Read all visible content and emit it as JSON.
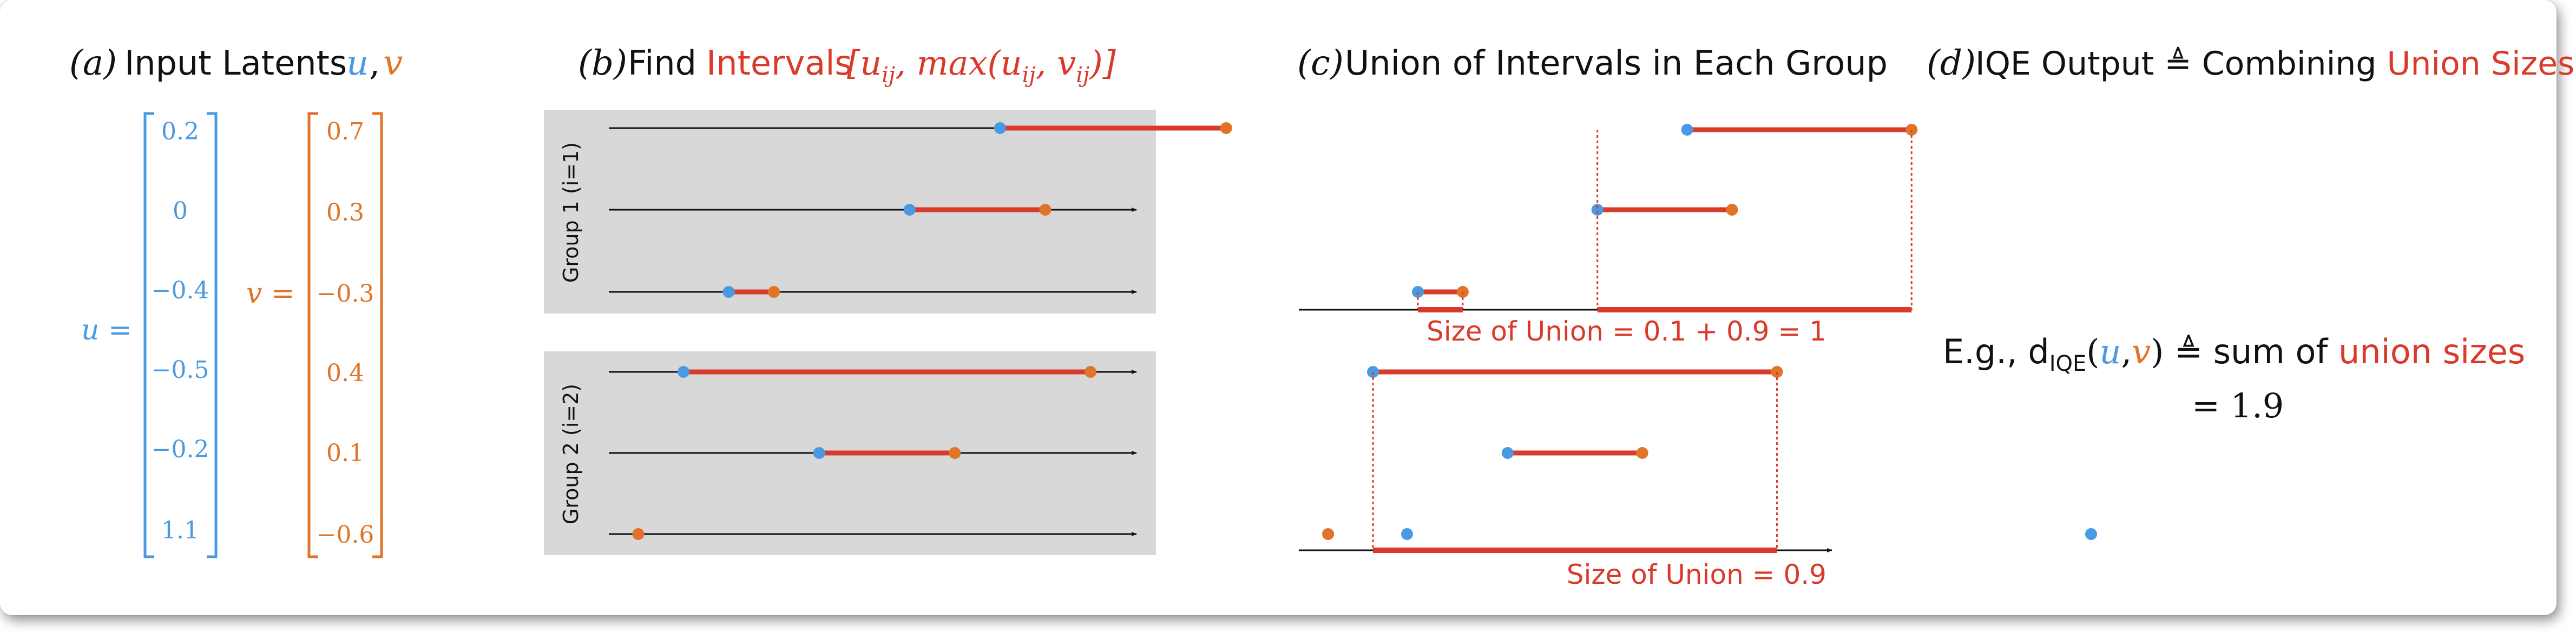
{
  "colors": {
    "blue": "#4a9ae3",
    "orange": "#e07428",
    "red": "#d93a2a",
    "black": "#111111",
    "panel_gray": "#d8d8d8"
  },
  "panel_a": {
    "label": "(a)",
    "title": "Input Latents",
    "title_u": "u",
    "title_comma": ",",
    "title_v": "v",
    "u_label": "u =",
    "v_label": "v =",
    "u_values": [
      "0.2",
      "0",
      "−0.4",
      "−0.5",
      "−0.2",
      "1.1"
    ],
    "v_values": [
      "0.7",
      "0.3",
      "−0.3",
      "0.4",
      "0.1",
      "−0.6"
    ]
  },
  "panel_b": {
    "label": "(b)",
    "title_prefix": "Find",
    "title_red": "Intervals",
    "title_math": "[u",
    "title_math_sub": "ij",
    "title_math_mid": ", max(u",
    "title_math_sub2": "ij",
    "title_math_mid2": ", v",
    "title_math_sub3": "ij",
    "title_math_end": ")]",
    "groups": [
      {
        "label": "Group 1 (i=1)",
        "intervals": [
          {
            "u": 0.2,
            "v": 0.7
          },
          {
            "u": 0,
            "v": 0.3
          },
          {
            "u": -0.4,
            "v": -0.3
          }
        ]
      },
      {
        "label": "Group 2 (i=2)",
        "intervals": [
          {
            "u": -0.5,
            "v": 0.4
          },
          {
            "u": -0.2,
            "v": 0.1
          },
          {
            "u": 1.1,
            "v": -0.6
          }
        ]
      }
    ]
  },
  "panel_c": {
    "label": "(c)",
    "title": "Union of Intervals in Each Group",
    "group1_size_text": "Size of Union = 0.1 + 0.9 = 1",
    "group2_size_text": "Size of Union = 0.9"
  },
  "panel_d": {
    "label": "(d)",
    "title_prefix": "IQE Output ≜ Combining",
    "title_red": "Union Sizes",
    "eg_prefix": "E.g., d",
    "eg_sub": "IQE",
    "eg_open": "(",
    "eg_u": "u",
    "eg_comma": ",",
    "eg_v": "v",
    "eg_close": ")",
    "eg_mid": "≜ sum of",
    "eg_red": "union sizes",
    "eg_result": "= 1.9"
  }
}
